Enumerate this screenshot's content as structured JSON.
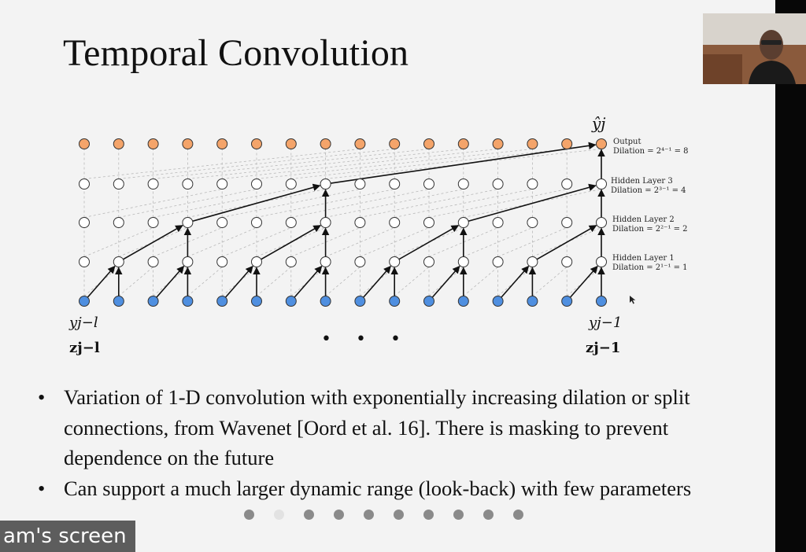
{
  "slide": {
    "title": "Temporal Convolution",
    "bullets": [
      "Variation of 1-D convolution with exponentially increasing dilation or split connections, from Wavenet [Oord et al. 16]. There is masking to prevent dependence on the future",
      "Can support a much larger dynamic range (look-back) with few parameters"
    ],
    "bullet_glyph": "•"
  },
  "diagram": {
    "output_symbol": "ŷj",
    "layers": [
      {
        "name": "Output",
        "dilation": "Dilation = 2⁴⁻¹ = 8",
        "color": "#f4a46a"
      },
      {
        "name": "Hidden Layer 3",
        "dilation": "Dilation = 2³⁻¹ = 4",
        "color": "#ffffff"
      },
      {
        "name": "Hidden Layer 2",
        "dilation": "Dilation = 2²⁻¹ = 2",
        "color": "#ffffff"
      },
      {
        "name": "Hidden Layer 1",
        "dilation": "Dilation = 2¹⁻¹ = 1",
        "color": "#ffffff"
      }
    ],
    "input_color": "#4f8fe0",
    "input_labels": {
      "left_y": "yj−l",
      "left_z": "zj−l",
      "right_y": "yj−1",
      "right_z": "zj−1"
    },
    "ellipsis": "• • •"
  },
  "pager": {
    "count": 10,
    "active": 1
  },
  "screen_share_label": "am's screen"
}
